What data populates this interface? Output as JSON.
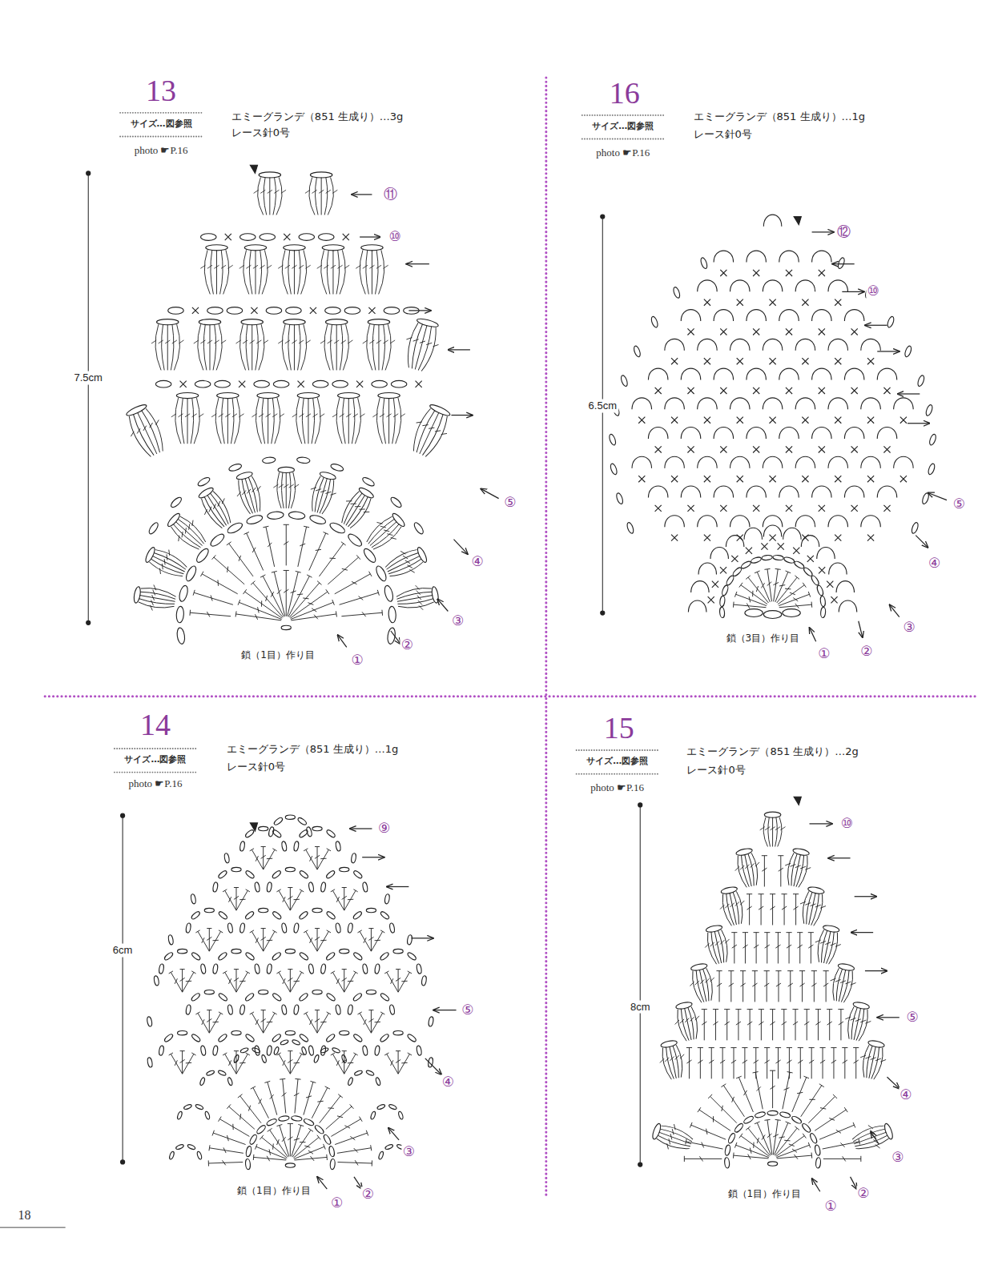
{
  "diagram": {
    "labels": [
      "13",
      "サイズ…図参照",
      "photo ☛P.16",
      "エミーグランデ（851 生成り）…3g",
      "レース針0号",
      "7.5cm",
      "⑪",
      "⑩",
      "⑤",
      "④",
      "③",
      "②",
      "①",
      "鎖（1目）作り目",
      "16",
      "サイズ…図参照",
      "photo ☛P.16",
      "エミーグランデ（851 生成り）…1g",
      "レース針0号",
      "6.5cm",
      "⑫",
      "⑩",
      "⑤",
      "④",
      "③",
      "②",
      "①",
      "鎖（3目）作り目",
      "14",
      "サイズ…図参照",
      "photo ☛P.16",
      "エミーグランデ（851 生成り）…1g",
      "レース針0号",
      "6cm",
      "⑨",
      "⑤",
      "④",
      "③",
      "②",
      "①",
      "鎖（1目）作り目",
      "15",
      "サイズ…図参照",
      "photo ☛P.16",
      "エミーグランデ（851 生成り）…2g",
      "レース針0号",
      "8cm",
      "⑩",
      "⑤",
      "④",
      "③",
      "②",
      "①",
      "鎖（1目）作り目",
      "18"
    ]
  }
}
